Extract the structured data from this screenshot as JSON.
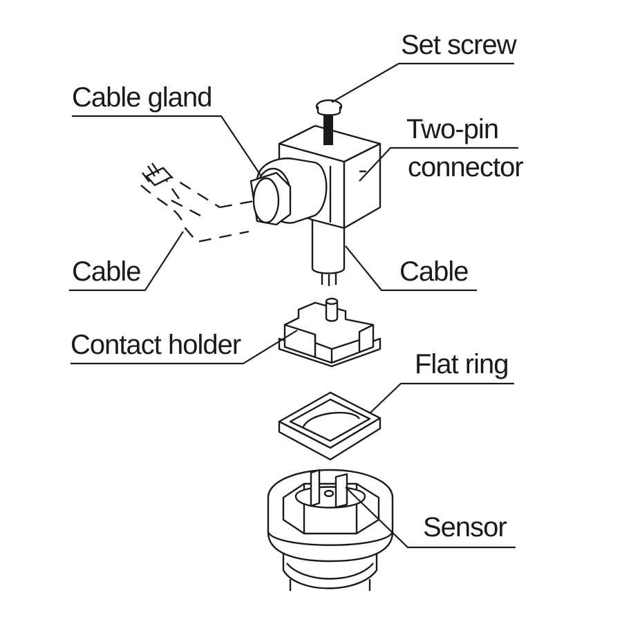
{
  "labels": {
    "set_screw": "Set screw",
    "cable_gland": "Cable gland",
    "two_pin_1": "Two-pin",
    "two_pin_2": "connector",
    "cable_left": "Cable",
    "cable_right": "Cable",
    "contact_holder": "Contact holder",
    "flat_ring": "Flat ring",
    "sensor": "Sensor"
  }
}
